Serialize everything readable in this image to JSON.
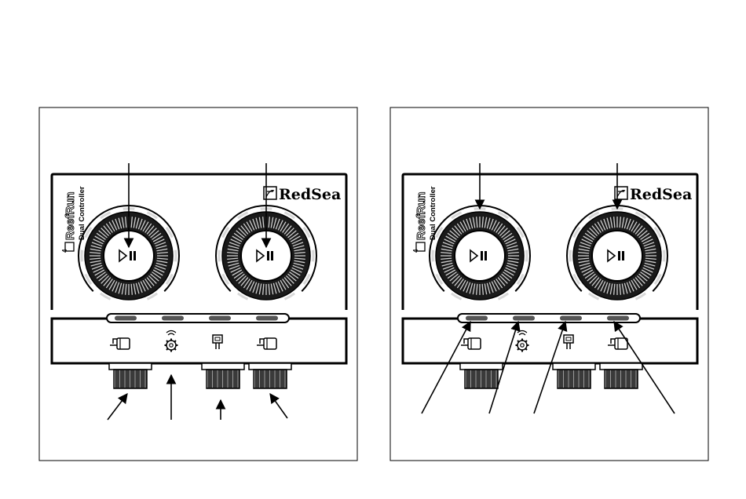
{
  "diagram": {
    "panels": [
      {
        "id": "left",
        "brand": "RedSea",
        "product_name": "ReefRun",
        "product_subtitle": "Dual Controller",
        "knob_symbol": "▷II",
        "callouts": "knob-centers-and-bottom-ports"
      },
      {
        "id": "right",
        "brand": "RedSea",
        "product_name": "ReefRun",
        "product_subtitle": "Dual Controller",
        "knob_symbol": "▷II",
        "callouts": "knob-rings-and-led-strip"
      }
    ],
    "bottom_icons": [
      "pump-icon",
      "wireless-gear-icon",
      "plug-icon",
      "pump-icon"
    ],
    "colors": {
      "line": "#000000",
      "body_fill": "#ffffff",
      "knob_dark": "#1a1a1a",
      "ring_light": "#d8d8d8",
      "led_strip": "#555555"
    }
  }
}
